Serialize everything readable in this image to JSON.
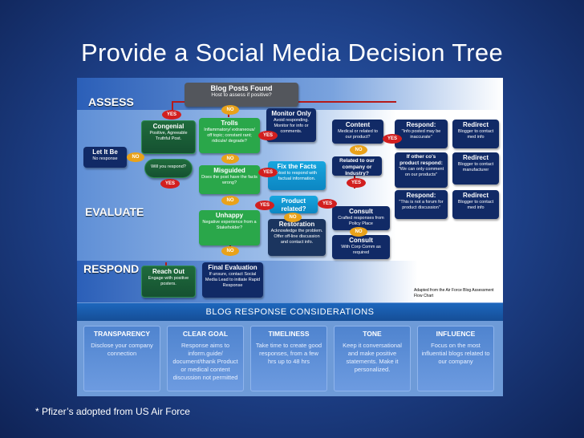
{
  "slide": {
    "title": "Provide a Social Media Decision Tree",
    "footnote": "* Pfizer’s adopted from US Air Force"
  },
  "stages": {
    "assess": "ASSESS",
    "evaluate": "EVALUATE",
    "respond": "RESPOND"
  },
  "nodes": {
    "blog_posts_found": {
      "title": "Blog Posts Found",
      "desc": "Host to assess if positive?"
    },
    "congenial": {
      "title": "Congenial",
      "desc": "Positive, Agreeable Truthful Post."
    },
    "let_it_be": {
      "title": "Let It Be",
      "desc": "No response"
    },
    "will_you_respond": {
      "desc": "Will you respond?"
    },
    "trolls": {
      "title": "Trolls",
      "desc": "Inflammatory/ extraneous/ off topic; constant rant; ridicule/ degrade?"
    },
    "monitor_only": {
      "title": "Monitor Only",
      "desc": "Avoid responding. Monitor for info or comments."
    },
    "misguided": {
      "title": "Misguided",
      "desc": "Does the post have the facts wrong?"
    },
    "fix_the_facts": {
      "title": "Fix the Facts",
      "desc": "Host to respond with factual information."
    },
    "unhappy": {
      "title": "Unhappy",
      "desc": "Negative experience from a Stakeholder?"
    },
    "product_related": {
      "title": "Product related?"
    },
    "restoration": {
      "title": "Restoration",
      "desc": "Acknowledge the problem. Offer off-line discussion and contact info."
    },
    "content": {
      "title": "Content",
      "desc": "Medical or related to our product?"
    },
    "related_company": {
      "title": "Related to our company or Industry?"
    },
    "consult_1": {
      "title": "Consult",
      "desc": "Crafted responses from Policy Place"
    },
    "consult_2": {
      "title": "Consult",
      "desc": "With Corp Comm as required"
    },
    "respond_1": {
      "title": "Respond:",
      "desc": "\"Info posted may be inaccurate\""
    },
    "respond_2": {
      "title": "If other co's product respond:",
      "desc": "\"We can only comment on our products\""
    },
    "respond_3": {
      "title": "Respond:",
      "desc": "\"This is not a forum for product discussion\""
    },
    "redirect_1": {
      "title": "Redirect",
      "desc": "Blogger to contact med info"
    },
    "redirect_2": {
      "title": "Redirect",
      "desc": "Blogger to contact manufacturer"
    },
    "redirect_3": {
      "title": "Redirect",
      "desc": "Blogger to contact med info"
    },
    "reach_out": {
      "title": "Reach Out",
      "desc": "Engage with positive posters."
    },
    "final_evaluation": {
      "title": "Final Evaluation",
      "desc": "If unsure, contact Social Media Lead to initiate Rapid Response"
    }
  },
  "labels": {
    "yes": "YES",
    "no": "NO"
  },
  "attribution": "Adapted from the Air Force Blog Assessment Flow Chart",
  "considerations": {
    "header": "BLOG RESPONSE CONSIDERATIONS",
    "columns": [
      {
        "title": "TRANSPARENCY",
        "body": "Disclose your company connection"
      },
      {
        "title": "CLEAR GOAL",
        "body": "Response aims to inform.guide/ document/thank Product or medical content discussion not permitted"
      },
      {
        "title": "TIMELINESS",
        "body": "Take time to create good responses, from a few hrs up to 48 hrs"
      },
      {
        "title": "TONE",
        "body": "Keep it conversational and make positive statements. Make it personalized."
      },
      {
        "title": "INFLUENCE",
        "body": "Focus on the most influential blogs related to our company"
      }
    ]
  }
}
